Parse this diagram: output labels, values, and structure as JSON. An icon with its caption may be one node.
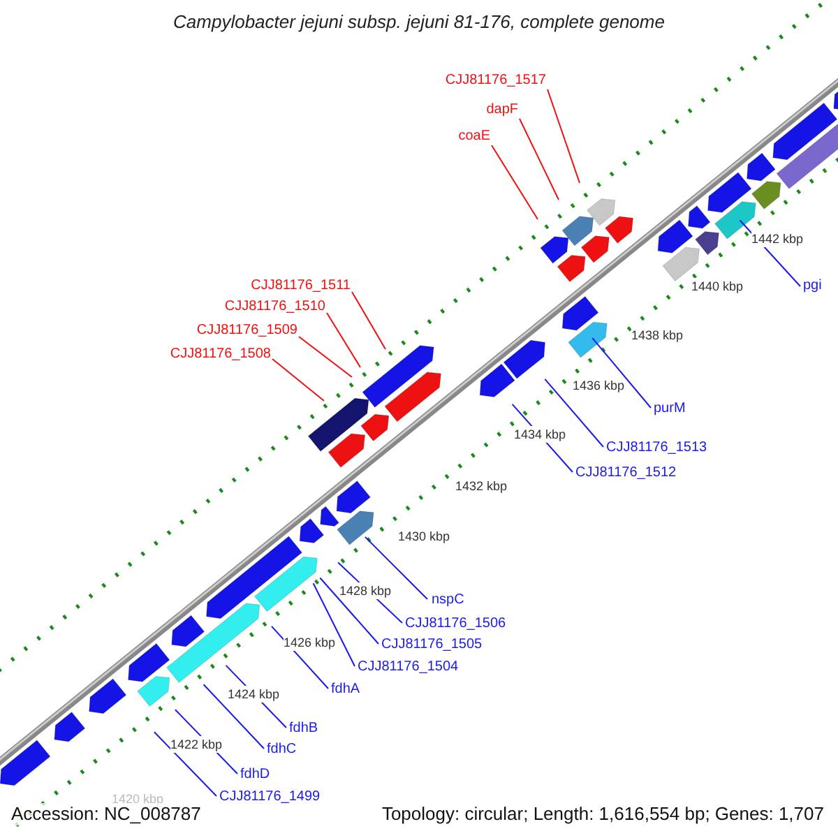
{
  "diagram": {
    "title": "Campylobacter jejuni subsp. jejuni 81-176, complete genome",
    "nodes": [
      {
        "text": [
          "CJJ81176_1517"
        ]
      },
      {
        "text": [
          "dapF"
        ]
      },
      {
        "text": [
          "coaE"
        ]
      },
      {
        "text": [
          "pgi"
        ]
      },
      {
        "text": [
          "CJJ81176_1511"
        ]
      },
      {
        "text": [
          "CJJ81176_1510"
        ]
      },
      {
        "text": [
          "CJJ81176_1509"
        ]
      },
      {
        "text": [
          "CJJ81176_1508"
        ]
      },
      {
        "text": [
          "purM"
        ]
      },
      {
        "text": [
          "CJJ81176_1513"
        ]
      },
      {
        "text": [
          "CJJ81176_1512"
        ]
      },
      {
        "text": [
          "nspC"
        ]
      },
      {
        "text": [
          "CJJ81176_1506"
        ]
      },
      {
        "text": [
          "CJJ81176_1505"
        ]
      },
      {
        "text": [
          "CJJ81176_1504"
        ]
      },
      {
        "text": [
          "fdhA"
        ]
      },
      {
        "text": [
          "fdhB"
        ]
      },
      {
        "text": [
          "fdhC"
        ]
      },
      {
        "text": [
          "fdhD"
        ]
      },
      {
        "text": [
          "CJJ81176_1499"
        ]
      }
    ],
    "edges": [
      {
        "from": 0,
        "to": null,
        "arrow": "none",
        "color": "#ee1111"
      },
      {
        "from": 1,
        "to": null,
        "arrow": "none",
        "color": "#ee1111"
      },
      {
        "from": 2,
        "to": null,
        "arrow": "none",
        "color": "#ee1111"
      },
      {
        "from": 3,
        "to": null,
        "arrow": "none"
      },
      {
        "from": 4,
        "to": null,
        "arrow": "none",
        "color": "#ee1111"
      },
      {
        "from": 5,
        "to": null,
        "arrow": "none",
        "color": "#ee1111"
      },
      {
        "from": 6,
        "to": null,
        "arrow": "none",
        "color": "#ee1111"
      },
      {
        "from": 7,
        "to": null,
        "arrow": "none",
        "color": "#ee1111"
      },
      {
        "from": 8,
        "to": null,
        "arrow": "none"
      },
      {
        "from": 9,
        "to": null,
        "arrow": "none"
      },
      {
        "from": 10,
        "to": null,
        "arrow": "none"
      },
      {
        "from": 11,
        "to": null,
        "arrow": "none"
      },
      {
        "from": 12,
        "to": null,
        "arrow": "none"
      },
      {
        "from": 13,
        "to": null,
        "arrow": "none"
      },
      {
        "from": 14,
        "to": null,
        "arrow": "none"
      },
      {
        "from": 15,
        "to": null,
        "arrow": "none"
      },
      {
        "from": 16,
        "to": null,
        "arrow": "none"
      },
      {
        "from": 17,
        "to": null,
        "arrow": "none"
      },
      {
        "from": 18,
        "to": null,
        "arrow": "none"
      },
      {
        "from": 19,
        "to": null,
        "arrow": "none"
      }
    ],
    "labels": [
      "1442 kbp",
      "1440 kbp",
      "1438 kbp",
      "1436 kbp",
      "1434 kbp",
      "1432 kbp",
      "1430 kbp",
      "1428 kbp",
      "1426 kbp",
      "1424 kbp",
      "1422 kbp",
      "1420 kbp",
      "Accession: NC_008787",
      "Topology: circular; Length: 1,616,554 bp; Genes: 1,707"
    ]
  }
}
